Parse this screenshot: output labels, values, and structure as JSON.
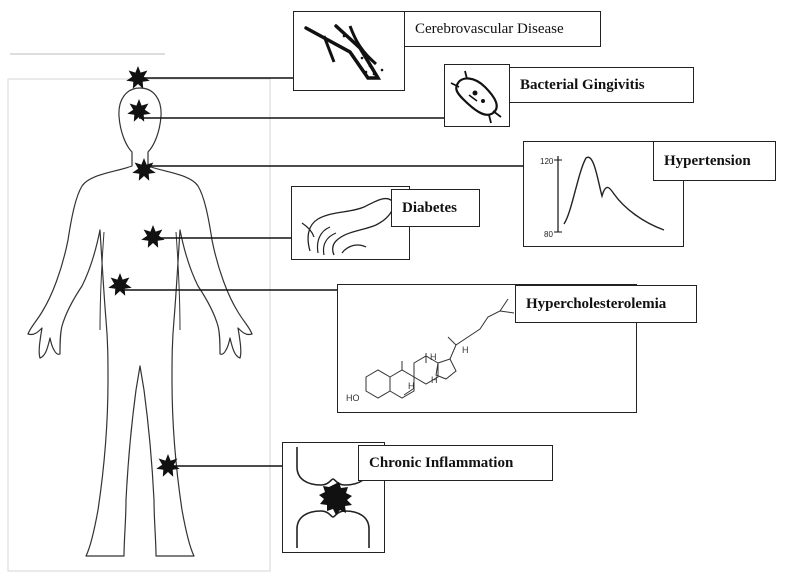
{
  "conditions": {
    "cerebrovascular": "Cerebrovascular Disease",
    "gingivitis": "Bacterial Gingivitis",
    "hypertension": "Hypertension",
    "diabetes": "Diabetes",
    "hypercholesterolemia": "Hypercholesterolemia",
    "inflammation": "Chronic Inflammation"
  },
  "bp_chart": {
    "y_top": "120",
    "y_bottom": "80"
  },
  "molecule": {
    "ho": "HO",
    "h": "H"
  },
  "colors": {
    "line": "#111111",
    "marker": "#111111",
    "outline": "#333333"
  }
}
